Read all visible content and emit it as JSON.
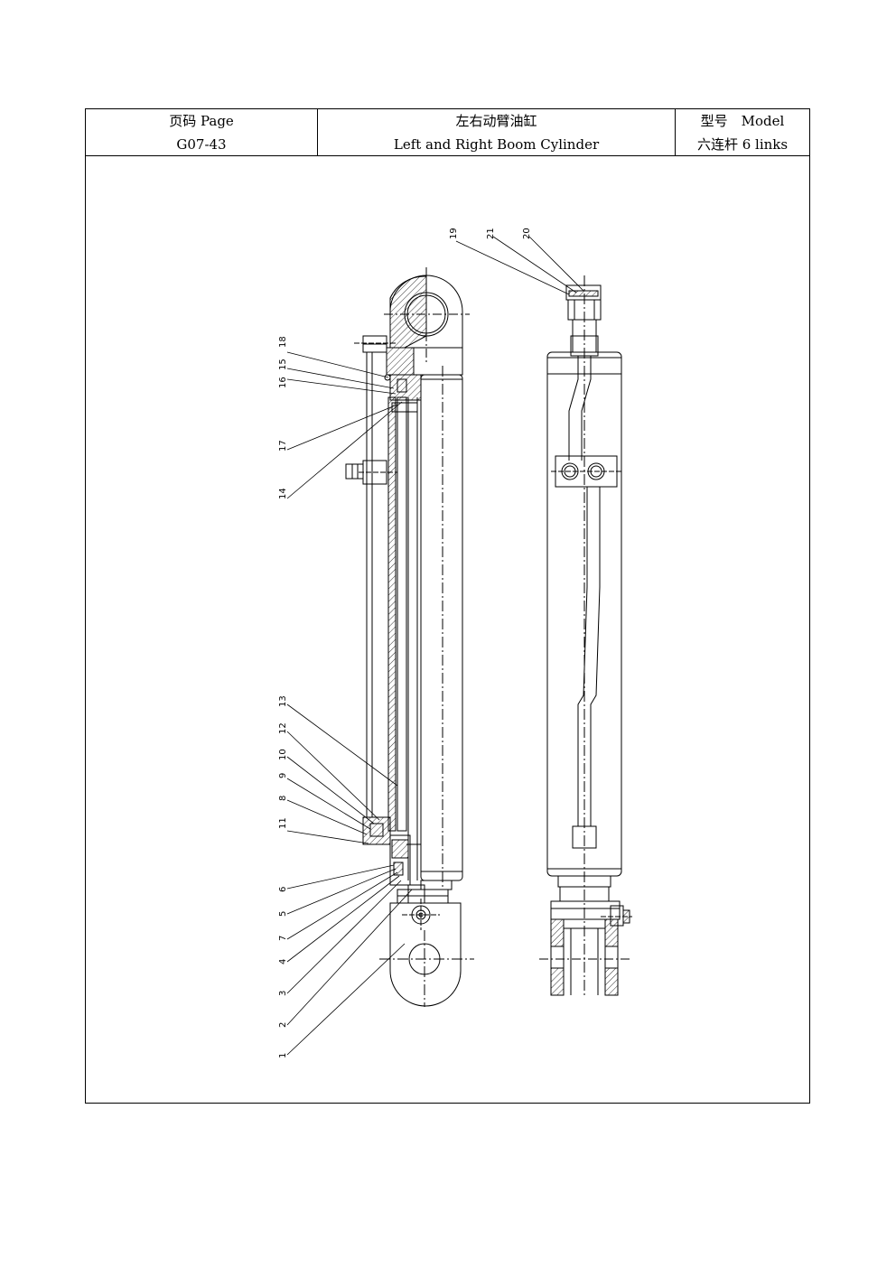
{
  "header": {
    "page_label": "页码 Page",
    "page_number": "G07-43",
    "title_cn": "左右动臂油缸",
    "title_en": "Left and Right Boom Cylinder",
    "model_label": "型号　Model",
    "model_value": "六连杆  6 links"
  },
  "callouts": {
    "n1": "1",
    "n2": "2",
    "n3": "3",
    "n4": "4",
    "n5": "5",
    "n6": "6",
    "n7": "7",
    "n8": "8",
    "n9": "9",
    "n10": "10",
    "n11": "11",
    "n12": "12",
    "n13": "13",
    "n14": "14",
    "n15": "15",
    "n16": "16",
    "n17": "17",
    "n18": "18",
    "n19": "19",
    "n20": "20",
    "n21": "21"
  }
}
